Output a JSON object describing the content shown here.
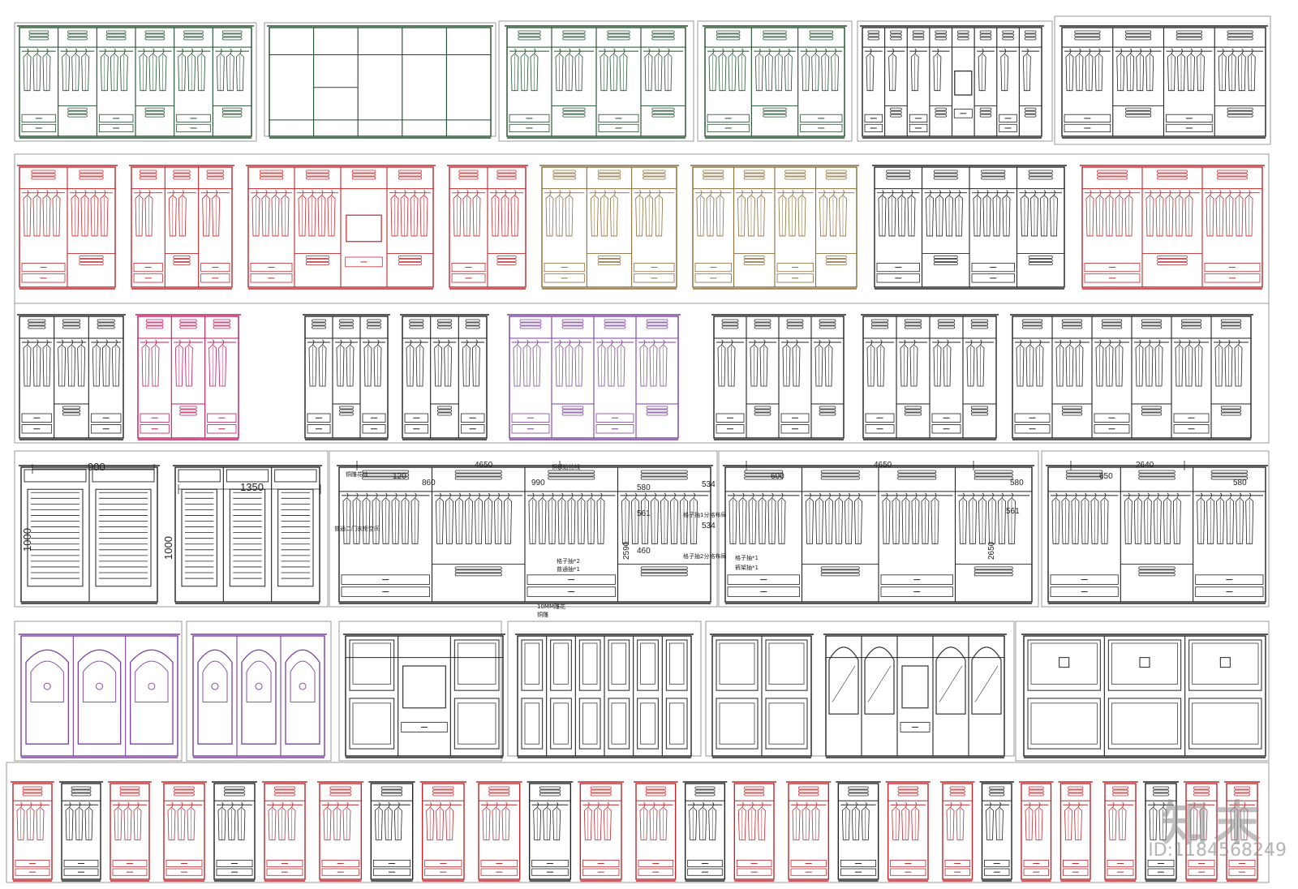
{
  "sheet": {
    "colors": {
      "ink": "#222222",
      "red": "#c0272d",
      "green": "#1f4d2b",
      "pink": "#c2185b",
      "purple": "#7b3fa0",
      "olive": "#8a6d3b",
      "brown": "#6b4a2b"
    },
    "rows": [
      {
        "id": "row1",
        "panels": [
          {
            "id": "r1p1",
            "kind": "open",
            "cols": 6,
            "color": "green"
          },
          {
            "id": "r1p2",
            "kind": "grid",
            "cols": 5,
            "color": "green"
          },
          {
            "id": "r1p3",
            "kind": "open",
            "cols": 4,
            "color": "green"
          },
          {
            "id": "r1p4",
            "kind": "open",
            "cols": 3,
            "color": "green"
          },
          {
            "id": "r1p5",
            "kind": "tv",
            "cols": 8,
            "color": "ink"
          },
          {
            "id": "r1p6",
            "kind": "open",
            "cols": 4,
            "color": "ink"
          }
        ]
      },
      {
        "id": "row2",
        "panels": [
          {
            "id": "r2p1",
            "kind": "open",
            "cols": 2,
            "color": "red"
          },
          {
            "id": "r2p2",
            "kind": "open",
            "cols": 3,
            "color": "red"
          },
          {
            "id": "r2p3",
            "kind": "tv",
            "cols": 4,
            "color": "red"
          },
          {
            "id": "r2p4",
            "kind": "open",
            "cols": 2,
            "color": "red"
          },
          {
            "id": "r2p5",
            "kind": "open",
            "cols": 3,
            "color": "olive"
          },
          {
            "id": "r2p6",
            "kind": "open",
            "cols": 4,
            "color": "olive"
          },
          {
            "id": "r2p7",
            "kind": "dark",
            "cols": 4,
            "color": "ink"
          },
          {
            "id": "r2p8",
            "kind": "open",
            "cols": 3,
            "color": "red"
          }
        ]
      },
      {
        "id": "row3",
        "panels": [
          {
            "id": "r3p1",
            "kind": "open",
            "cols": 3,
            "color": "ink"
          },
          {
            "id": "r3p2",
            "kind": "open",
            "cols": 3,
            "color": "pink"
          },
          {
            "id": "r3p3",
            "kind": "open",
            "cols": 3,
            "color": "ink"
          },
          {
            "id": "r3p4",
            "kind": "open",
            "cols": 3,
            "color": "ink"
          },
          {
            "id": "r3p5",
            "kind": "open",
            "cols": 4,
            "color": "purple"
          },
          {
            "id": "r3p6",
            "kind": "open",
            "cols": 4,
            "color": "ink"
          },
          {
            "id": "r3p7",
            "kind": "open",
            "cols": 4,
            "color": "ink"
          },
          {
            "id": "r3p8",
            "kind": "open",
            "cols": 6,
            "color": "ink"
          }
        ]
      },
      {
        "id": "row4",
        "panels": [
          {
            "id": "r4p1",
            "kind": "louver",
            "cols": 2,
            "color": "ink"
          },
          {
            "id": "r4p2",
            "kind": "louver",
            "cols": 3,
            "color": "ink"
          },
          {
            "id": "r4p3",
            "kind": "dim",
            "cols": 4,
            "color": "ink"
          },
          {
            "id": "r4p4",
            "kind": "dim",
            "cols": 4,
            "color": "ink"
          },
          {
            "id": "r4p5",
            "kind": "dim",
            "cols": 3,
            "color": "ink"
          }
        ]
      },
      {
        "id": "row5",
        "panels": [
          {
            "id": "r5p1",
            "kind": "gothic",
            "cols": 3,
            "color": "purple"
          },
          {
            "id": "r5p2",
            "kind": "gothic",
            "cols": 3,
            "color": "purple"
          },
          {
            "id": "r5p3",
            "kind": "vanity",
            "cols": 3,
            "color": "ink"
          },
          {
            "id": "r5p4",
            "kind": "doors",
            "cols": 6,
            "color": "ink"
          },
          {
            "id": "r5p5",
            "kind": "doors",
            "cols": 2,
            "color": "ink"
          },
          {
            "id": "r5p6",
            "kind": "arched",
            "cols": 5,
            "color": "ink"
          },
          {
            "id": "r5p7",
            "kind": "chinese",
            "cols": 3,
            "color": "ink"
          }
        ]
      },
      {
        "id": "row6",
        "panels": [
          {
            "id": "r6p1",
            "kind": "singles",
            "cols": 3,
            "color": "red"
          },
          {
            "id": "r6p2",
            "kind": "singles",
            "cols": 3,
            "color": "red"
          },
          {
            "id": "r6p3",
            "kind": "singles",
            "cols": 3,
            "color": "red"
          },
          {
            "id": "r6p4",
            "kind": "singles",
            "cols": 3,
            "color": "red"
          },
          {
            "id": "r6p5",
            "kind": "singles",
            "cols": 3,
            "color": "red"
          },
          {
            "id": "r6p6",
            "kind": "singles",
            "cols": 3,
            "color": "red"
          },
          {
            "id": "r6p7",
            "kind": "singles",
            "cols": 4,
            "color": "red"
          },
          {
            "id": "r6p8",
            "kind": "singles",
            "cols": 4,
            "color": "red"
          }
        ]
      }
    ]
  },
  "labels": {
    "r4_900": "900",
    "r4_1350": "1350",
    "r4_1000a": "1000",
    "r4_1000b": "1000",
    "r4_4650a": "4650",
    "r4_4650b": "4650",
    "r4_2640": "2640",
    "r4_580a": "580",
    "r4_580b": "580",
    "r4_580c": "580",
    "r4_534a": "534",
    "r4_534b": "534",
    "r4_561a": "561",
    "r4_561b": "561",
    "r4_2590": "2590",
    "r4_2650": "2650",
    "r4_460": "460",
    "r4_860": "860",
    "r4_990": "990",
    "r4_120": "120",
    "r4_600": "600",
    "r4_650": "650",
    "r4_n1": "铜雕花纹",
    "r4_n2": "普通二门衣柜空间",
    "r4_n3": "铜板边拉线",
    "r4_n4": "格子抽1分格布局",
    "r4_n5": "格子抽2分格布局",
    "r4_n6": "格子抽*2",
    "r4_n7": "普通抽*1",
    "r4_n8": "10MM雕花",
    "r4_n9": "铜雕",
    "r4_n10": "格子抽*1",
    "r4_n11": "裤架抽*1"
  },
  "watermark": {
    "brand": "知末",
    "id": "ID:1184568249"
  }
}
